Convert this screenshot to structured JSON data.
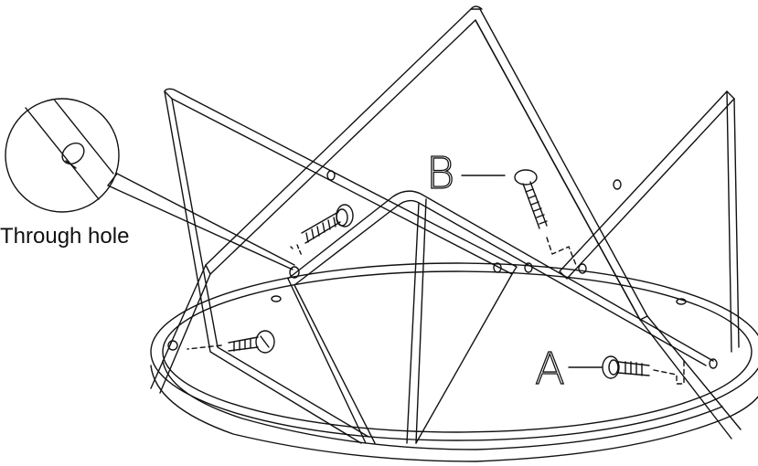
{
  "labels": {
    "through_hole": "Through hole",
    "screw_a": "A",
    "screw_b": "B"
  }
}
